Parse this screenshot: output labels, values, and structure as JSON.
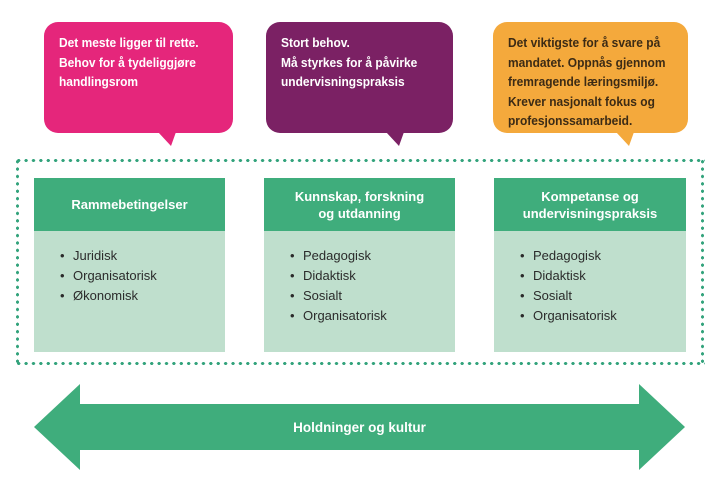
{
  "colors": {
    "bubble_pink": "#e5267b",
    "bubble_purple": "#7b2164",
    "bubble_orange": "#f4a93c",
    "card_header_green": "#3fad7c",
    "card_body_light_green": "#bfdfcd",
    "dotted_border_green": "#33a37c",
    "arrow_green": "#3fad7c",
    "orange_bubble_text": "#3c2b15",
    "card_body_text": "#2b2b2b"
  },
  "bubbles": [
    {
      "lines": [
        "Det meste ligger til rette.",
        "Behov for å tydeliggjøre",
        "handlingsrom"
      ]
    },
    {
      "lines": [
        "Stort behov.",
        "Må styrkes for å påvirke",
        "undervisningspraksis"
      ]
    },
    {
      "lines": [
        "Det viktigste for å svare på",
        "mandatet. Oppnås gjennom",
        "fremragende læringsmiljø.",
        "Krever nasjonalt fokus og",
        "profesjonssamarbeid."
      ]
    }
  ],
  "cards": [
    {
      "title_lines": [
        "Rammebetingelser"
      ],
      "items": [
        "Juridisk",
        "Organisatorisk",
        "Økonomisk"
      ]
    },
    {
      "title_lines": [
        "Kunnskap, forskning",
        "og utdanning"
      ],
      "items": [
        "Pedagogisk",
        "Didaktisk",
        "Sosialt",
        "Organisatorisk"
      ]
    },
    {
      "title_lines": [
        "Kompetanse og",
        "undervisningspraksis"
      ],
      "items": [
        "Pedagogisk",
        "Didaktisk",
        "Sosialt",
        "Organisatorisk"
      ]
    }
  ],
  "arrow": {
    "label": "Holdninger og kultur"
  }
}
